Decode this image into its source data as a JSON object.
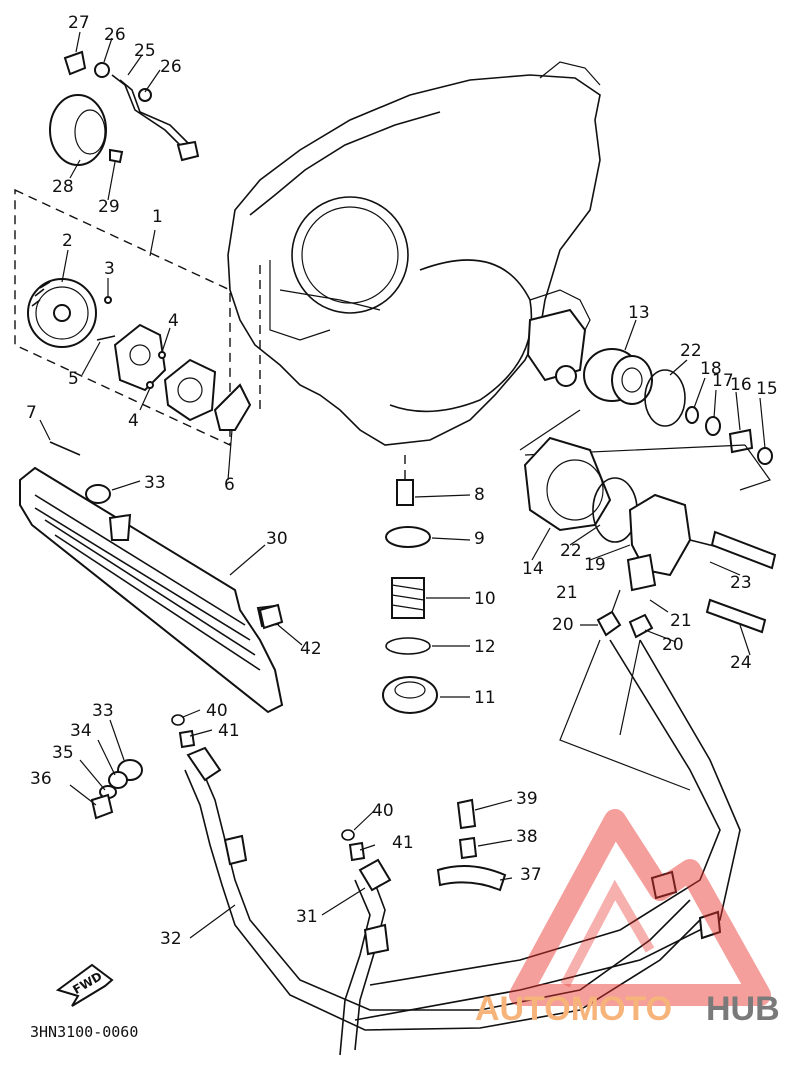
{
  "diagram_code": "3HN3100-0060",
  "direction_badge": "FWD",
  "watermark": {
    "part1": "AUTOMOTO",
    "part2": "HUB",
    "color_primary": "#e8322b",
    "color_secondary": "#f6b37a",
    "color_text": "#7a7a7a"
  },
  "callouts": {
    "c1": "1",
    "c2": "2",
    "c3": "3",
    "c4a": "4",
    "c4b": "4",
    "c5": "5",
    "c6": "6",
    "c7": "7",
    "c8": "8",
    "c9": "9",
    "c10": "10",
    "c11": "11",
    "c12": "12",
    "c13": "13",
    "c14": "14",
    "c15": "15",
    "c16": "16",
    "c17": "17",
    "c18": "18",
    "c19": "19",
    "c20a": "20",
    "c20b": "20",
    "c21a": "21",
    "c21b": "21",
    "c22a": "22",
    "c22b": "22",
    "c23": "23",
    "c24": "24",
    "c25": "25",
    "c26a": "26",
    "c26b": "26",
    "c27": "27",
    "c28": "28",
    "c29": "29",
    "c30": "30",
    "c31": "31",
    "c32": "32",
    "c33a": "33",
    "c33b": "33",
    "c34": "34",
    "c35": "35",
    "c36": "36",
    "c37": "37",
    "c38": "38",
    "c39": "39",
    "c40a": "40",
    "c40b": "40",
    "c41a": "41",
    "c41b": "41",
    "c42": "42"
  }
}
